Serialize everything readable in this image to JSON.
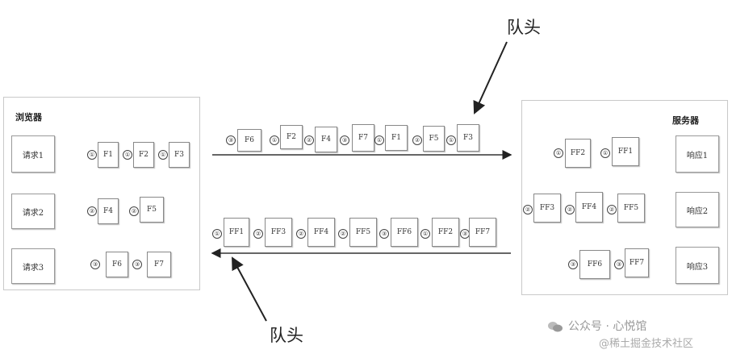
{
  "labels": {
    "queue_head": "队头"
  },
  "browser": {
    "title": "浏览器",
    "requests": [
      "请求1",
      "请求2",
      "请求3"
    ],
    "row1": [
      {
        "num": "①",
        "frame": "F1"
      },
      {
        "num": "①",
        "frame": "F2"
      },
      {
        "num": "①",
        "frame": "F3"
      }
    ],
    "row2": [
      {
        "num": "②",
        "frame": "F4"
      },
      {
        "num": "②",
        "frame": "F5"
      }
    ],
    "row3": [
      {
        "num": "③",
        "frame": "F6"
      },
      {
        "num": "③",
        "frame": "F7"
      }
    ]
  },
  "server": {
    "title": "服务器",
    "responses": [
      "响应1",
      "响应2",
      "响应3"
    ],
    "row1": [
      {
        "num": "①",
        "frame": "FF2"
      },
      {
        "num": "①",
        "frame": "FF1"
      }
    ],
    "row2": [
      {
        "num": "②",
        "frame": "FF3"
      },
      {
        "num": "②",
        "frame": "FF4"
      },
      {
        "num": "②",
        "frame": "FF5"
      }
    ],
    "row3": [
      {
        "num": "③",
        "frame": "FF6"
      },
      {
        "num": "③",
        "frame": "FF7"
      }
    ]
  },
  "top_stream": [
    {
      "num": "③",
      "frame": "F6"
    },
    {
      "num": "①",
      "frame": "F2"
    },
    {
      "num": "②",
      "frame": "F4"
    },
    {
      "num": "③",
      "frame": "F7"
    },
    {
      "num": "①",
      "frame": "F1"
    },
    {
      "num": "②",
      "frame": "F5"
    },
    {
      "num": "①",
      "frame": "F3"
    }
  ],
  "bottom_stream": [
    {
      "num": "①",
      "frame": "FF1"
    },
    {
      "num": "②",
      "frame": "FF3"
    },
    {
      "num": "②",
      "frame": "FF4"
    },
    {
      "num": "②",
      "frame": "FF5"
    },
    {
      "num": "③",
      "frame": "FF6"
    },
    {
      "num": "①",
      "frame": "FF2"
    },
    {
      "num": "③",
      "frame": "FF7"
    }
  ],
  "watermark": {
    "line1": "公众号 · 心悦馆",
    "line2": "@稀土掘金技术社区"
  }
}
